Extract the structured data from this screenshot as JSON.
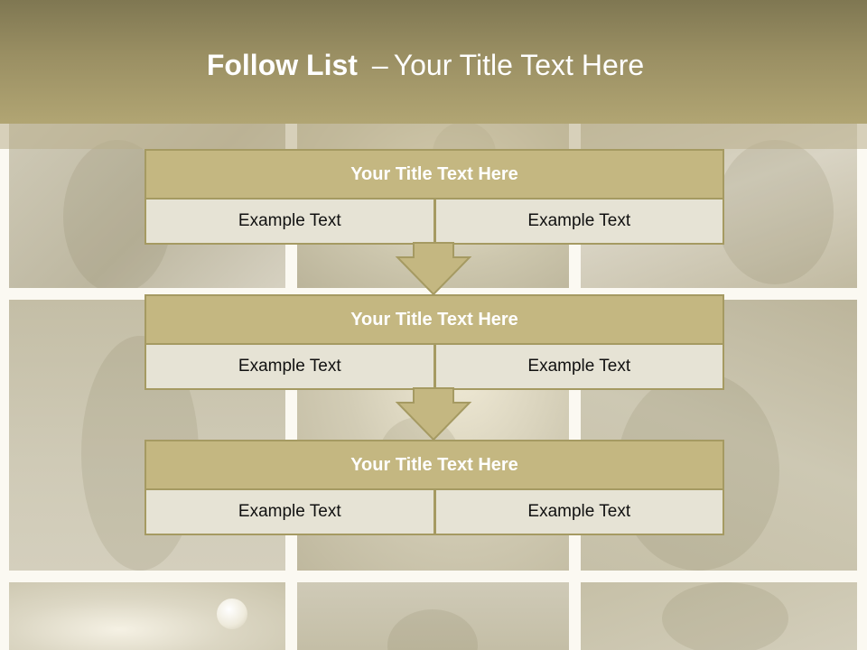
{
  "header": {
    "title_bold": "Follow List",
    "title_separator": "–",
    "title_rest": "Your Title Text Here"
  },
  "blocks": [
    {
      "title": "Your Title Text Here",
      "cells": [
        "Example Text",
        "Example Text"
      ]
    },
    {
      "title": "Your Title Text Here",
      "cells": [
        "Example Text",
        "Example Text"
      ]
    },
    {
      "title": "Your Title Text Here",
      "cells": [
        "Example Text",
        "Example Text"
      ]
    }
  ],
  "colors": {
    "header_gradient_top": "#7f7752",
    "header_gradient_bottom": "#b1a573",
    "block_title_fill": "#c4b781",
    "block_border": "#a59a62",
    "cell_fill": "#e6e3d5",
    "arrow_fill": "#c4b781"
  }
}
